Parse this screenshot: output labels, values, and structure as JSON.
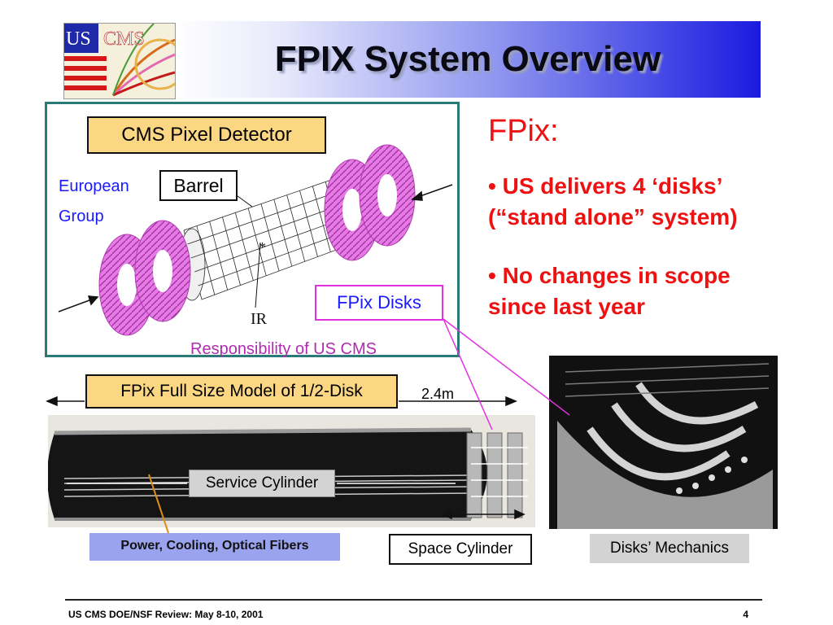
{
  "title": "FPIX System Overview",
  "logo": {
    "text_us": "US",
    "text_cms": "CMS"
  },
  "detector": {
    "cms_pixel_label": "CMS Pixel Detector",
    "european_line1": "European",
    "european_line2": "Group",
    "barrel_label": "Barrel",
    "fpix_disks_label": "FPix Disks",
    "ir_label": "IR",
    "star": "*",
    "responsibility": "Responsibility of US CMS"
  },
  "fpix": {
    "heading": "FPix:",
    "bullets": [
      {
        "marker": "•",
        "line1": "US delivers 4 ‘disks’",
        "line2": "(“stand alone” system)"
      },
      {
        "marker": "•",
        "line1": "No changes in  scope",
        "line2": "since last year"
      }
    ]
  },
  "model": {
    "label": "FPix Full Size Model of 1/2-Disk",
    "length_label": "2.4m",
    "service_cylinder": "Service Cylinder",
    "power_label": "Power, Cooling, Optical Fibers",
    "space_cylinder": "Space Cylinder",
    "disks_mechanics": "Disks’ Mechanics"
  },
  "footer": {
    "left": "US CMS DOE/NSF Review:  May 8-10, 2001",
    "page": "4"
  },
  "colors": {
    "title_gradient_end": "#1b1be0",
    "detector_border": "#2a7b78",
    "gold_label": "#fbd683",
    "accent_red": "#ee1111",
    "accent_blue": "#1a1aff",
    "disk_magenta": "#e032e0",
    "power_box": "#9aa3ee"
  }
}
